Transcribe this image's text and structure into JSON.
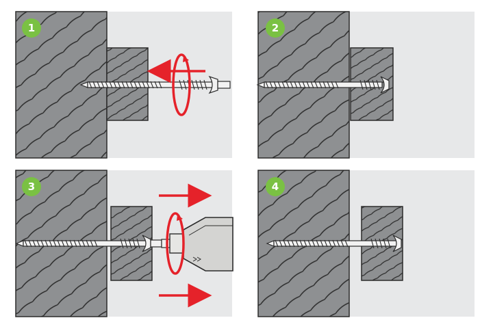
{
  "colors": {
    "panel_background": "#e7e8e9",
    "wall_fill": "#8e9092",
    "wood_line": "#2b2b2b",
    "screw_metal": "#f2f2f2",
    "badge_green": "#7ac143",
    "arrow_red": "#e5222a",
    "drill_body": "#d4d4d2"
  },
  "steps": [
    {
      "number": "1",
      "icon": "screw-and-rotation-arrows"
    },
    {
      "number": "2",
      "icon": "screw-installed"
    },
    {
      "number": "3",
      "icon": "drill-adjusting-screw"
    },
    {
      "number": "4",
      "icon": "screw-adjusted"
    }
  ]
}
